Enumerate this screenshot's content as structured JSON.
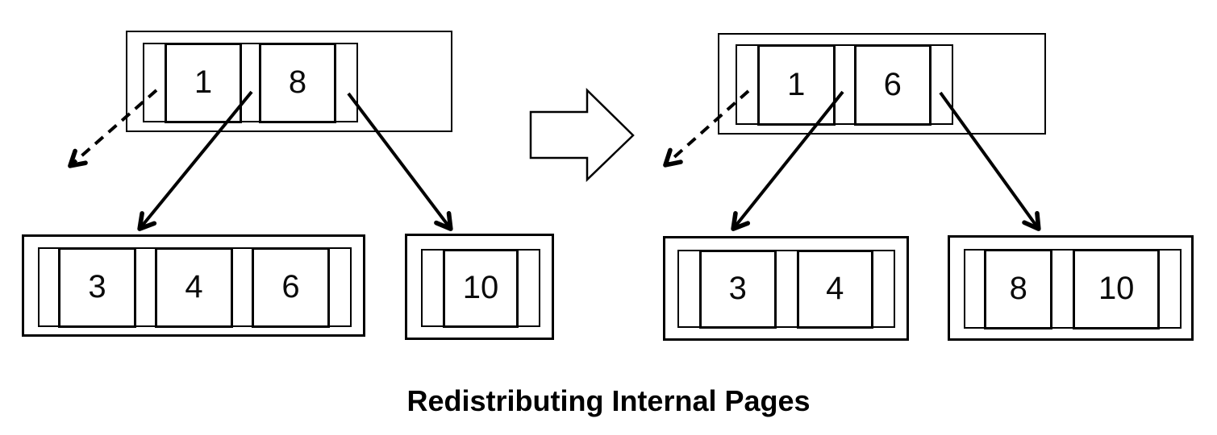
{
  "caption": "Redistributing Internal Pages",
  "colors": {
    "line": "#000000",
    "background": "#ffffff"
  },
  "icons": {
    "transform_arrow": "right-block-arrow",
    "pointer_arrow": "solid-diagonal-arrow",
    "left_pointer_arrow": "dashed-diagonal-arrow"
  },
  "before_tree": {
    "root": {
      "keys": [
        "1",
        "8"
      ]
    },
    "children": [
      {
        "keys": [
          "3",
          "4",
          "6"
        ]
      },
      {
        "keys": [
          "10"
        ]
      }
    ]
  },
  "after_tree": {
    "root": {
      "keys": [
        "1",
        "6"
      ]
    },
    "children": [
      {
        "keys": [
          "3",
          "4"
        ]
      },
      {
        "keys": [
          "8",
          "10"
        ]
      }
    ]
  }
}
